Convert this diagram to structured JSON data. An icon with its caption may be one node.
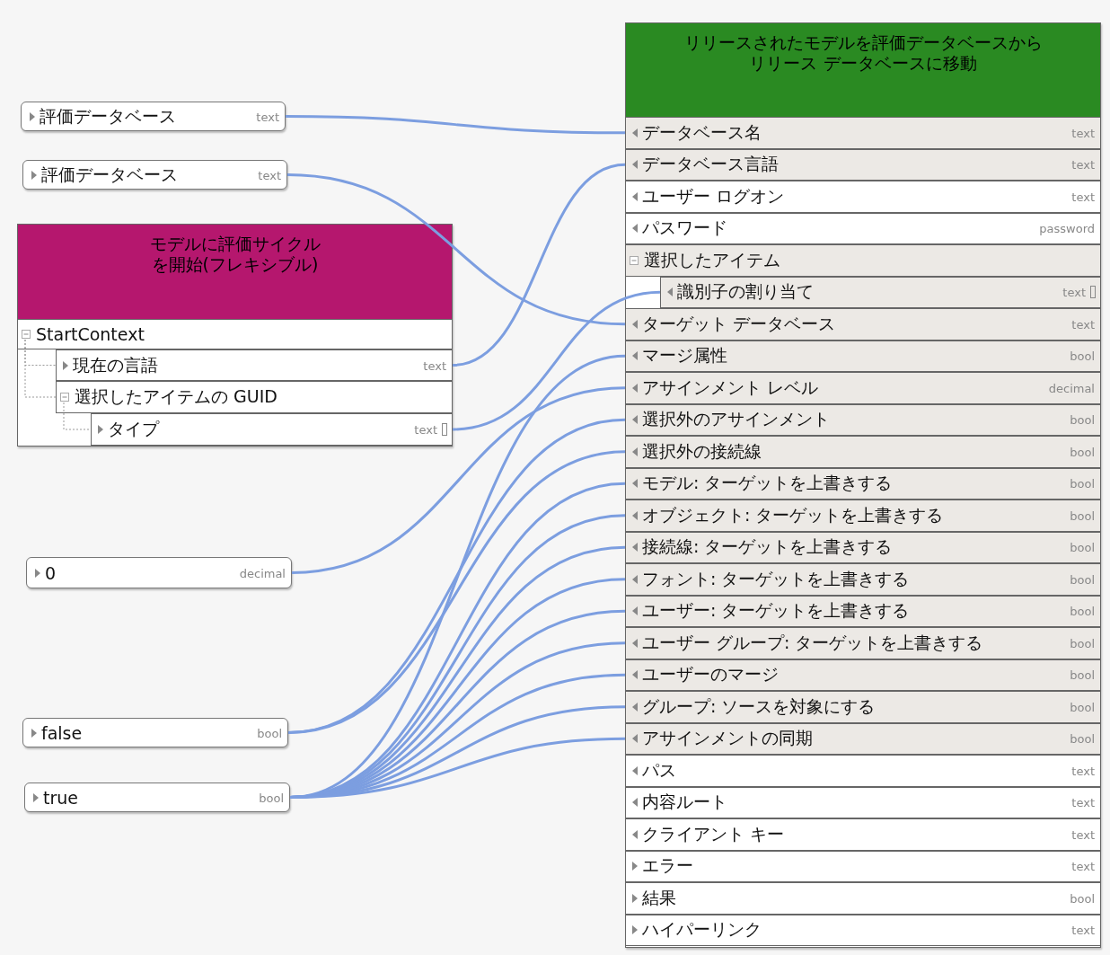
{
  "diagram": {
    "nodes": [
      {
        "text": [
          "評価データベース",
          "text"
        ]
      },
      {
        "text": [
          "評価データベース",
          "text"
        ]
      },
      {
        "text": [
          "モデルに評価サイクルを開始(フレキシブル)"
        ]
      },
      {
        "text": [
          "StartContext"
        ],
        "in": 2
      },
      {
        "text": [
          "現在の言語",
          "text"
        ],
        "in": 2
      },
      {
        "text": [
          "選択したアイテムの GUID"
        ],
        "in": 2
      },
      {
        "text": [
          "タイプ",
          "text"
        ],
        "in": 2
      },
      {
        "text": [
          "0",
          "decimal"
        ]
      },
      {
        "text": [
          "false",
          "bool"
        ]
      },
      {
        "text": [
          "true",
          "bool"
        ]
      },
      {
        "text": [
          "リリースされたモデルを評価データベースからリリース データベースに移動"
        ]
      },
      {
        "text": [
          "データベース名",
          "text"
        ],
        "in": 10
      },
      {
        "text": [
          "データベース言語",
          "text"
        ],
        "in": 10
      },
      {
        "text": [
          "ユーザー ログオン",
          "text"
        ],
        "in": 10
      },
      {
        "text": [
          "パスワード",
          "password"
        ],
        "in": 10
      },
      {
        "text": [
          "選択したアイテム"
        ],
        "in": 10
      },
      {
        "text": [
          "識別子の割り当て",
          "text"
        ],
        "in": 10
      },
      {
        "text": [
          "ターゲット データベース",
          "text"
        ],
        "in": 10
      },
      {
        "text": [
          "マージ属性",
          "bool"
        ],
        "in": 10
      },
      {
        "text": [
          "アサインメント レベル",
          "decimal"
        ],
        "in": 10
      },
      {
        "text": [
          "選択外のアサインメント",
          "bool"
        ],
        "in": 10
      },
      {
        "text": [
          "選択外の接続線",
          "bool"
        ],
        "in": 10
      },
      {
        "text": [
          "モデル: ターゲットを上書きする",
          "bool"
        ],
        "in": 10
      },
      {
        "text": [
          "オブジェクト: ターゲットを上書きする",
          "bool"
        ],
        "in": 10
      },
      {
        "text": [
          "接続線: ターゲットを上書きする",
          "bool"
        ],
        "in": 10
      },
      {
        "text": [
          "フォント: ターゲットを上書きする",
          "bool"
        ],
        "in": 10
      },
      {
        "text": [
          "ユーザー: ターゲットを上書きする",
          "bool"
        ],
        "in": 10
      },
      {
        "text": [
          "ユーザー グループ: ターゲットを上書きする",
          "bool"
        ],
        "in": 10
      },
      {
        "text": [
          "ユーザーのマージ",
          "bool"
        ],
        "in": 10
      },
      {
        "text": [
          "グループ: ソースを対象にする",
          "bool"
        ],
        "in": 10
      },
      {
        "text": [
          "アサインメントの同期",
          "bool"
        ],
        "in": 10
      },
      {
        "text": [
          "パス",
          "text"
        ],
        "in": 10
      },
      {
        "text": [
          "内容ルート",
          "text"
        ],
        "in": 10
      },
      {
        "text": [
          "クライアント キー",
          "text"
        ],
        "in": 10
      },
      {
        "text": [
          "エラー",
          "text"
        ],
        "in": 10
      },
      {
        "text": [
          "結果",
          "bool"
        ],
        "in": 10
      },
      {
        "text": [
          "ハイパーリンク",
          "text"
        ],
        "in": 10
      }
    ],
    "edges": [
      {
        "from": 3,
        "to": 4,
        "arrow": "none",
        "style": "dashed",
        "color": "#999999"
      },
      {
        "from": 3,
        "to": 5,
        "arrow": "none",
        "style": "dashed",
        "color": "#999999"
      },
      {
        "from": 5,
        "to": 6,
        "arrow": "none",
        "style": "dashed",
        "color": "#999999"
      },
      {
        "from": 0,
        "to": 11,
        "arrow": "none"
      },
      {
        "from": 1,
        "to": 17,
        "arrow": "none"
      },
      {
        "from": 4,
        "to": 12,
        "arrow": "none"
      },
      {
        "from": 6,
        "to": 16,
        "arrow": "none"
      },
      {
        "from": 7,
        "to": 19,
        "arrow": "none"
      },
      {
        "from": 8,
        "to": 20,
        "arrow": "none"
      },
      {
        "from": 8,
        "to": 21,
        "arrow": "none"
      },
      {
        "from": 9,
        "to": 18,
        "arrow": "none"
      },
      {
        "from": 9,
        "to": 22,
        "arrow": "none"
      },
      {
        "from": 9,
        "to": 23,
        "arrow": "none"
      },
      {
        "from": 9,
        "to": 24,
        "arrow": "none"
      },
      {
        "from": 9,
        "to": 25,
        "arrow": "none"
      },
      {
        "from": 9,
        "to": 26,
        "arrow": "none"
      },
      {
        "from": 9,
        "to": 27,
        "arrow": "none"
      },
      {
        "from": 9,
        "to": 28,
        "arrow": "none"
      },
      {
        "from": 9,
        "to": 29,
        "arrow": "none"
      },
      {
        "from": 9,
        "to": 30,
        "arrow": "none"
      }
    ]
  }
}
